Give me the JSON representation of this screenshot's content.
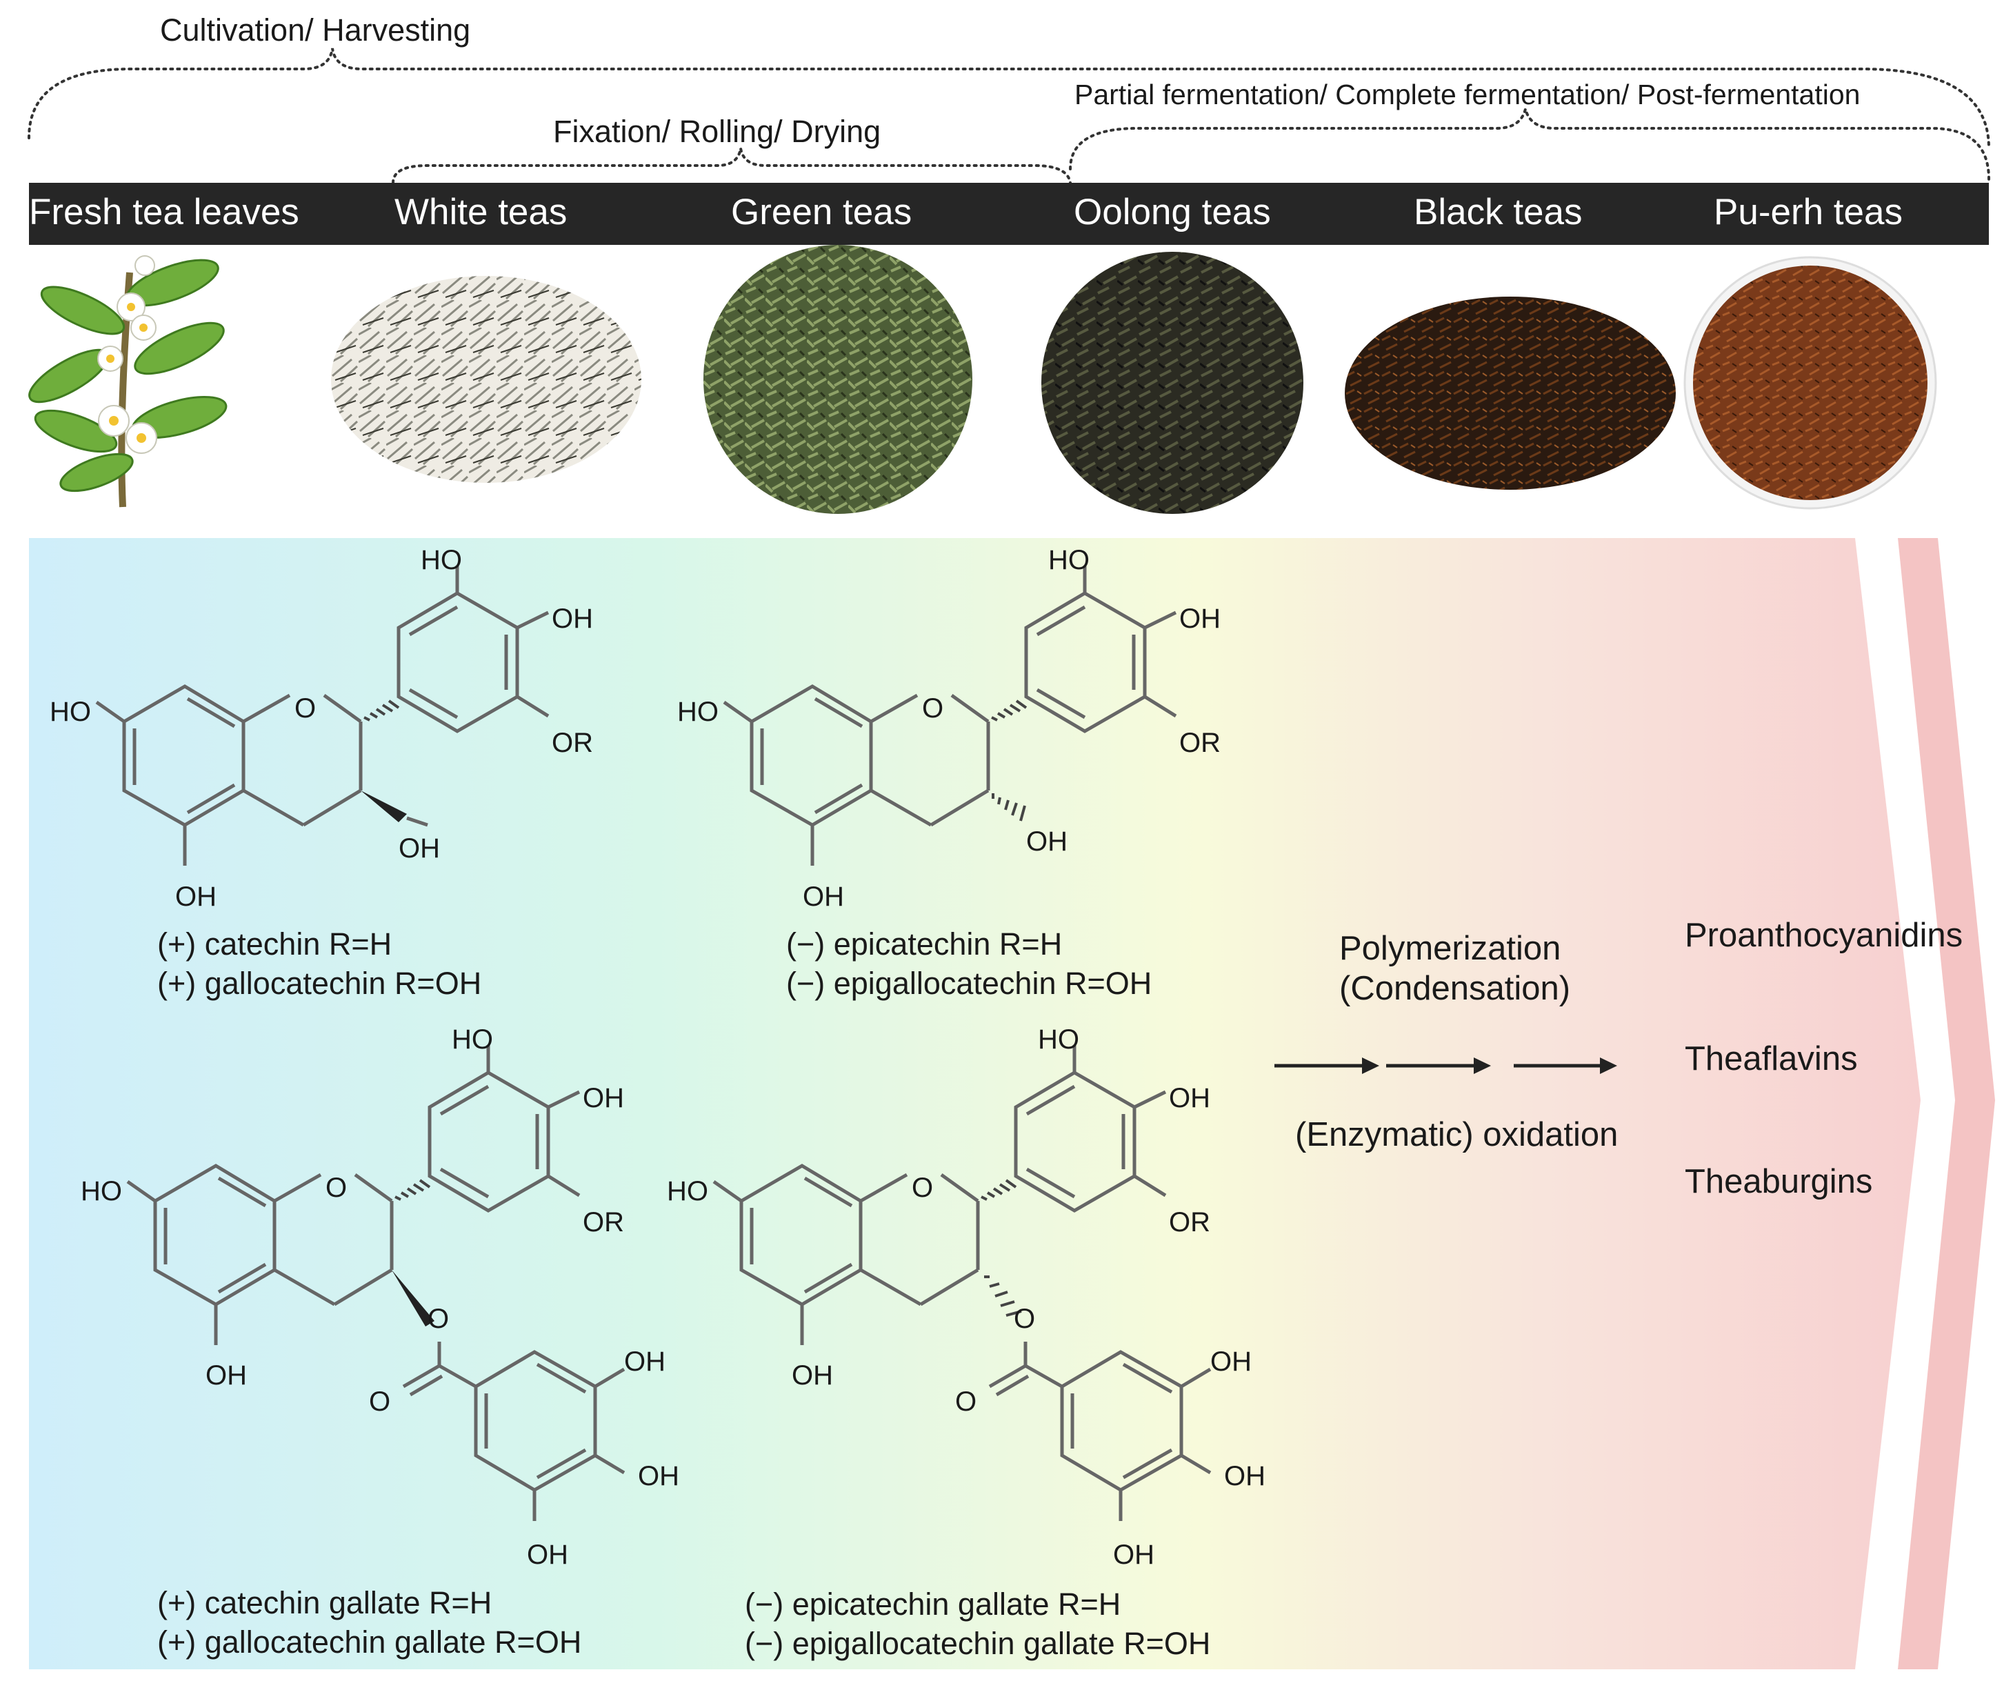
{
  "stages": {
    "brace_cultivation": "Cultivation/ Harvesting",
    "brace_fixation": "Fixation/ Rolling/ Drying",
    "brace_fermentation": "Partial fermentation/ Complete fermentation/ Post-fermentation"
  },
  "tea_types": [
    {
      "label": "Fresh tea leaves"
    },
    {
      "label": "White teas"
    },
    {
      "label": "Green teas"
    },
    {
      "label": "Oolong teas"
    },
    {
      "label": "Black teas"
    },
    {
      "label": "Pu-erh teas"
    }
  ],
  "molecules": [
    {
      "line1": "(+) catechin R=H",
      "line2": "(+) gallocatechin R=OH"
    },
    {
      "line1": "(−) epicatechin R=H",
      "line2": "(−) epigallocatechin R=OH"
    },
    {
      "line1": "(+) catechin gallate R=H",
      "line2": "(+) gallocatechin gallate R=OH"
    },
    {
      "line1": "(−) epicatechin gallate R=H",
      "line2": "(−) epigallocatechin gallate R=OH"
    }
  ],
  "atom_labels": {
    "ho": "HO",
    "oh": "OH",
    "or": "OR",
    "o": "O"
  },
  "process": {
    "line1": "Polymerization",
    "line2": "(Condensation)",
    "line3": "(Enzymatic) oxidation"
  },
  "products": [
    "Proanthocyanidins",
    "Theaflavins",
    "Theaburgins"
  ],
  "colors": {
    "bar": "#262626",
    "gradient_start": "#cfeefa",
    "gradient_mid": "#d8f7ea",
    "gradient_yellow": "#f8fadb",
    "gradient_end": "#f7d0d0",
    "chevron": "#f4c4c4",
    "bond": "#666666"
  }
}
